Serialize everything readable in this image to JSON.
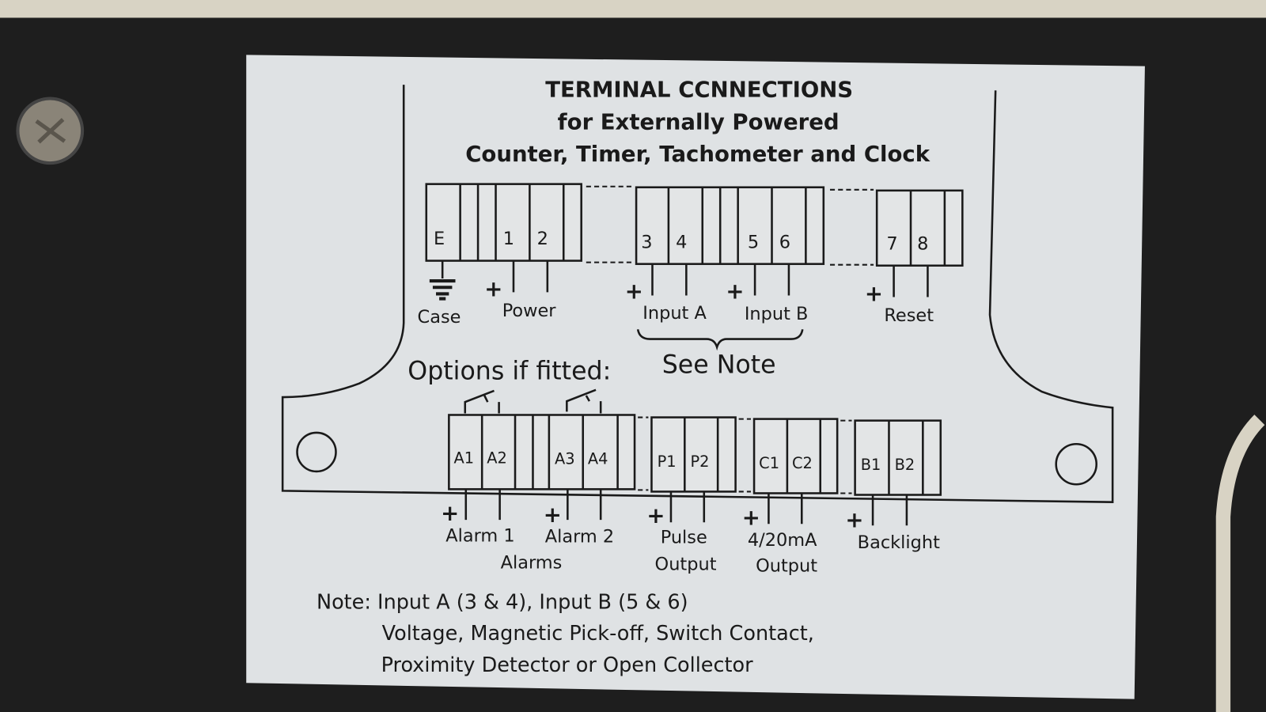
{
  "title": {
    "line1": "TERMINAL CCNNECTIONS",
    "line2": "for Externally Powered",
    "line3": "Counter, Timer, Tachometer and Clock"
  },
  "terminals_top": {
    "block1": [
      "E",
      "1",
      "2"
    ],
    "block2": [
      "3",
      "4",
      "5",
      "6"
    ],
    "block3": [
      "7",
      "8"
    ]
  },
  "labels_top": {
    "case": "Case",
    "power": "Power",
    "input_a": "Input A",
    "input_b": "Input B",
    "reset": "Reset",
    "see_note": "See Note",
    "plus": "+"
  },
  "options_heading": "Options if fitted:",
  "terminals_bottom": {
    "alarms": [
      "A1",
      "A2",
      "A3",
      "A4"
    ],
    "pulse": [
      "P1",
      "P2"
    ],
    "current": [
      "C1",
      "C2"
    ],
    "backlight": [
      "B1",
      "B2"
    ]
  },
  "labels_bottom": {
    "alarm1": "Alarm 1",
    "alarm2": "Alarm 2",
    "alarms": "Alarms",
    "pulse1": "Pulse",
    "pulse2": "Output",
    "current1": "4/20mA",
    "current2": "Output",
    "backlight": "Backlight"
  },
  "note": {
    "line1": "Note: Input A (3 & 4), Input B (5 & 6)",
    "line2": "Voltage, Magnetic Pick-off, Switch Contact,",
    "line3": "Proximity Detector or Open Collector"
  },
  "colors": {
    "label": "#dfe2e4",
    "ink": "#1a1a1a",
    "housing": "#1c1c1c"
  }
}
